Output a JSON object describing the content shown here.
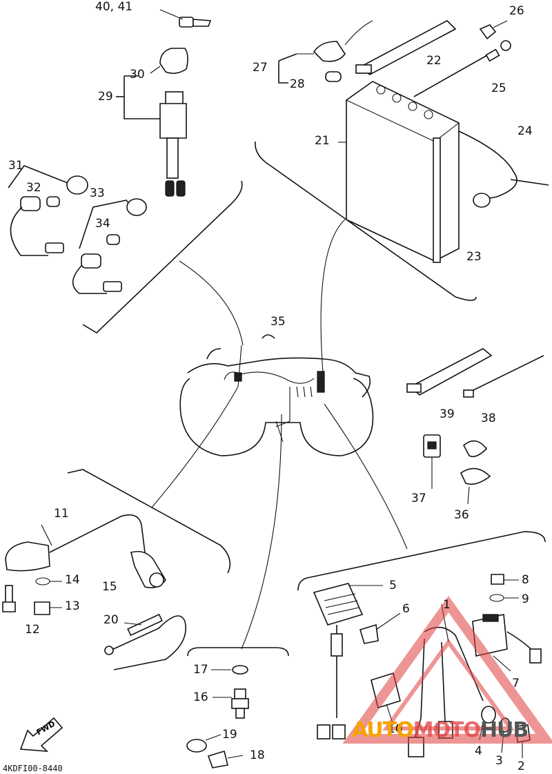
{
  "diagram": {
    "drawing_code": "4KDFI00-8440",
    "fwd_label": "FWD",
    "watermark": {
      "part1": "AUTO",
      "part2": "MOTO",
      "part3": "HUB"
    },
    "labels": [
      {
        "id": "1",
        "text": "1"
      },
      {
        "id": "2",
        "text": "2"
      },
      {
        "id": "3",
        "text": "3"
      },
      {
        "id": "4",
        "text": "4"
      },
      {
        "id": "5",
        "text": "5"
      },
      {
        "id": "6",
        "text": "6"
      },
      {
        "id": "7",
        "text": "7"
      },
      {
        "id": "8",
        "text": "8"
      },
      {
        "id": "9",
        "text": "9"
      },
      {
        "id": "10",
        "text": "10"
      },
      {
        "id": "11",
        "text": "11"
      },
      {
        "id": "12",
        "text": "12"
      },
      {
        "id": "13",
        "text": "13"
      },
      {
        "id": "14",
        "text": "14"
      },
      {
        "id": "15",
        "text": "15"
      },
      {
        "id": "16",
        "text": "16"
      },
      {
        "id": "17",
        "text": "17"
      },
      {
        "id": "18",
        "text": "18"
      },
      {
        "id": "19",
        "text": "19"
      },
      {
        "id": "20",
        "text": "20"
      },
      {
        "id": "21",
        "text": "21"
      },
      {
        "id": "22",
        "text": "22"
      },
      {
        "id": "23",
        "text": "23"
      },
      {
        "id": "24",
        "text": "24"
      },
      {
        "id": "25",
        "text": "25"
      },
      {
        "id": "26",
        "text": "26"
      },
      {
        "id": "27",
        "text": "27"
      },
      {
        "id": "28",
        "text": "28"
      },
      {
        "id": "29",
        "text": "29"
      },
      {
        "id": "30",
        "text": "30"
      },
      {
        "id": "31",
        "text": "31"
      },
      {
        "id": "32",
        "text": "32"
      },
      {
        "id": "33",
        "text": "33"
      },
      {
        "id": "34",
        "text": "34"
      },
      {
        "id": "35",
        "text": "35"
      },
      {
        "id": "36",
        "text": "36"
      },
      {
        "id": "37",
        "text": "37"
      },
      {
        "id": "38",
        "text": "38"
      },
      {
        "id": "39",
        "text": "39"
      },
      {
        "id": "40_41",
        "text": "40, 41"
      }
    ]
  }
}
